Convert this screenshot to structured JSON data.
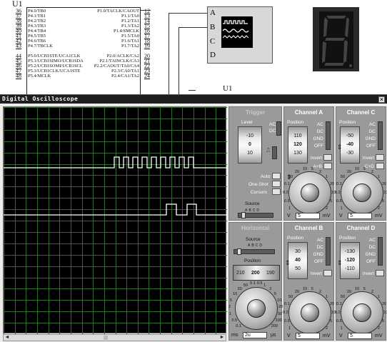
{
  "schematic": {
    "u1_top": "U1",
    "u1_bottom": "U1",
    "pin_rows": [
      {
        "num": "36",
        "left": "P4.0/TB0",
        "right": "P1.0/TACLK/CAOUT",
        "rnum": "12"
      },
      {
        "num": "37",
        "left": "P4.1/TB1",
        "right": "P1.1/TA0",
        "rnum": "13"
      },
      {
        "num": "38",
        "left": "P4.2/TB2",
        "right": "P1.2/TA1",
        "rnum": "14"
      },
      {
        "num": "39",
        "left": "P4.3/TB3",
        "right": "P1.3/TA2",
        "rnum": "15"
      },
      {
        "num": "40",
        "left": "P4.4/TB4",
        "right": "P1.4/SMCLK",
        "rnum": "16"
      },
      {
        "num": "41",
        "left": "P4.5/TB5",
        "right": "P1.5/TA0",
        "rnum": "17"
      },
      {
        "num": "42",
        "left": "P4.6/TB6",
        "right": "P1.6/TA1",
        "rnum": "18"
      },
      {
        "num": "43",
        "left": "P4.7/TBCLK",
        "right": "P1.7/TA2",
        "rnum": "19"
      },
      {
        "num": "44",
        "left": "P5.0/UCB1STE/UCA1CLK",
        "right": "P2.0/ACLK/CA2",
        "rnum": "20"
      },
      {
        "num": "45",
        "left": "P5.1/UCB1SIMO/UCB1SDA",
        "right": "P2.1/TAINCLK/CA3",
        "rnum": "21"
      },
      {
        "num": "46",
        "left": "P5.2/UCB1SOMI/UCB1SCL",
        "right": "P2.2/CAOUT/TA0/CA4",
        "rnum": "22"
      },
      {
        "num": "47",
        "left": "P5.3/UCB1CLK/UCA1STE",
        "right": "P2.3/CA0/TA1",
        "rnum": "23"
      },
      {
        "num": "48",
        "left": "P5.4/MCLK",
        "right": "P2.4/CA1/TA2",
        "rnum": "24"
      }
    ],
    "scope_inputs": [
      "A",
      "B",
      "C",
      "D"
    ],
    "seven_segment_digit": "8"
  },
  "window": {
    "title": "Digital Oscilloscope",
    "close_glyph": "×"
  },
  "scrollbar": {
    "left_arrow": "◄",
    "right_arrow": "►"
  },
  "trigger": {
    "header": "Trigger",
    "level_label": "Level",
    "level_values": [
      "-10",
      "0",
      "10"
    ],
    "ac_label": "AC",
    "dc_label": "DC",
    "auto_label": "Auto",
    "oneshot_label": "One-Shot",
    "cursors_label": "Cursors",
    "source_label": "Source",
    "source_letters": [
      "A",
      "B",
      "C",
      "D"
    ]
  },
  "horizontal": {
    "header": "Horizontal",
    "source_label": "Source",
    "source_letters": [
      "A",
      "B",
      "C",
      "D"
    ],
    "position_label": "Position",
    "position_values": [
      "210",
      "200",
      "190"
    ],
    "dial_numbers": [
      "0.1",
      "0.5",
      "1",
      "2",
      "5",
      "10",
      "20",
      "50",
      "0.1",
      "0.5",
      "1",
      "2",
      "5",
      "10",
      "20",
      "50",
      "100",
      "200"
    ],
    "value": "2u",
    "unit_left": "ms",
    "unit_right": "μs"
  },
  "channels": [
    {
      "id": "A",
      "header": "Channel A",
      "active": true,
      "position_label": "Position",
      "position_values": [
        "110",
        "120",
        "130"
      ],
      "coupling": [
        "AC",
        "DC",
        "GND",
        "OFF"
      ],
      "invert_label": "Invert",
      "extra_label": "A+B",
      "dial_numbers": [
        "1",
        "0.5",
        "0.2",
        "0.1",
        "50",
        "20",
        "10",
        "5",
        "2",
        "1",
        "20",
        "10",
        "5",
        "2"
      ],
      "value": "5",
      "unit_left": "V",
      "unit_right": "mV"
    },
    {
      "id": "C",
      "header": "Channel C",
      "active": false,
      "position_label": "Position",
      "position_values": [
        "-50",
        "-40",
        "-30"
      ],
      "coupling": [
        "AC",
        "DC",
        "GND",
        "OFF"
      ],
      "invert_label": "Invert",
      "extra_label": "C+D",
      "dial_numbers": [
        "1",
        "0.5",
        "0.2",
        "0.1",
        "50",
        "20",
        "10",
        "5",
        "2",
        "1",
        "20",
        "10",
        "5",
        "2"
      ],
      "value": "5",
      "unit_left": "V",
      "unit_right": "mV"
    },
    {
      "id": "B",
      "header": "Channel B",
      "active": false,
      "position_label": "Position",
      "position_values": [
        "30",
        "40",
        "50"
      ],
      "coupling": [
        "AC",
        "DC",
        "GND",
        "OFF"
      ],
      "invert_label": "Invert",
      "dial_numbers": [
        "1",
        "0.5",
        "0.2",
        "0.1",
        "50",
        "20",
        "10",
        "5",
        "2",
        "1",
        "20",
        "10",
        "5",
        "2"
      ],
      "value": "5",
      "unit_left": "V",
      "unit_right": "mV"
    },
    {
      "id": "D",
      "header": "Channel D",
      "active": false,
      "position_label": "Position",
      "position_values": [
        "-130",
        "-120",
        "-110"
      ],
      "coupling": [
        "AC",
        "DC",
        "GND",
        "OFF"
      ],
      "invert_label": "Invert",
      "dial_numbers": [
        "1",
        "0.5",
        "0.2",
        "0.1",
        "50",
        "20",
        "10",
        "5",
        "2",
        "1",
        "20",
        "10",
        "5",
        "2"
      ],
      "value": "5",
      "unit_left": "V",
      "unit_right": "mV"
    }
  ],
  "colors": {
    "trace": "#ffffff",
    "grid": "#2f6b2f",
    "screen_bg": "#000000",
    "panel_bg": "#9a9a9a",
    "titlebar_bg": "#1e1e1e"
  }
}
